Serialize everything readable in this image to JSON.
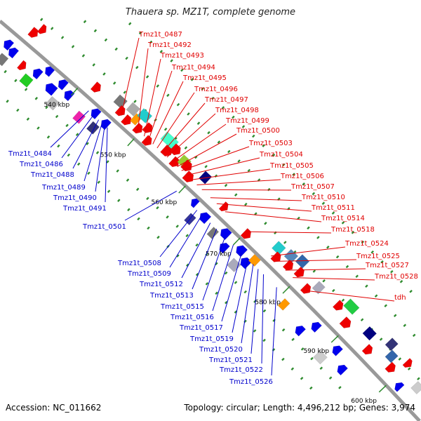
{
  "title": "Thauera sp. MZ1T, complete genome",
  "accession": "Accession: NC_011662",
  "summary": "Topology: circular; Length: 4,496,212 bp; Genes: 3,974",
  "colors": {
    "backbone": "#999999",
    "forward_label": "#e00000",
    "reverse_label": "#0000cc",
    "tick": "#2e8b2e"
  },
  "scale_labels": [
    "540 kbp",
    "550 kbp",
    "560 kbp",
    "570 kbp",
    "580 kbp",
    "590 kbp",
    "600 kbp"
  ],
  "forward_genes": [
    "Tmz1t_0487",
    "Tmz1t_0492",
    "Tmz1t_0493",
    "Tmz1t_0494",
    "Tmz1t_0495",
    "Tmz1t_0496",
    "Tmz1t_0497",
    "Tmz1t_0498",
    "Tmz1t_0499",
    "Tmz1t_0500",
    "Tmz1t_0503",
    "Tmz1t_0504",
    "Tmz1t_0505",
    "Tmz1t_0506",
    "Tmz1t_0507",
    "Tmz1t_0510",
    "Tmz1t_0511",
    "Tmz1t_0514",
    "Tmz1t_0518",
    "Tmz1t_0524",
    "Tmz1t_0525",
    "Tmz1t_0527",
    "Tmz1t_0528",
    "tdh"
  ],
  "reverse_genes": [
    "Tmz1t_0484",
    "Tmz1t_0486",
    "Tmz1t_0488",
    "Tmz1t_0489",
    "Tmz1t_0490",
    "Tmz1t_0491",
    "Tmz1t_0501",
    "Tmz1t_0508",
    "Tmz1t_0509",
    "Tmz1t_0512",
    "Tmz1t_0513",
    "Tmz1t_0515",
    "Tmz1t_0516",
    "Tmz1t_0517",
    "Tmz1t_0519",
    "Tmz1t_0520",
    "Tmz1t_0521",
    "Tmz1t_0522",
    "Tmz1t_0526"
  ]
}
